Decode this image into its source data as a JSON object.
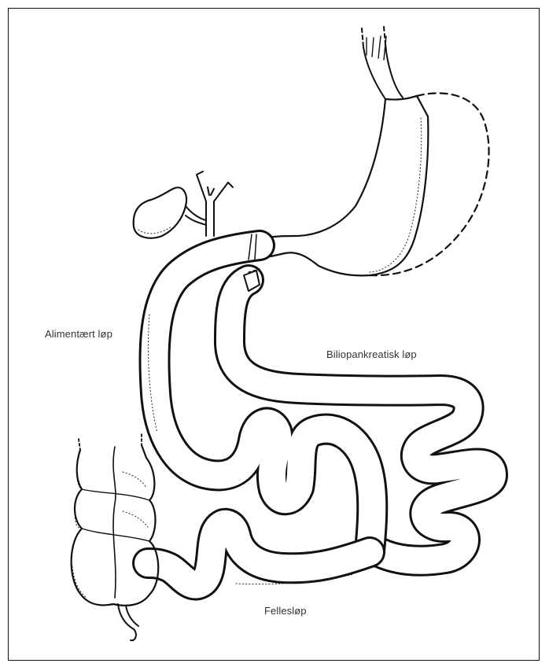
{
  "labels": {
    "alimentary_limb": "Alimentært løp",
    "biliopancreatic_limb": "Biliopankreatisk løp",
    "common_limb": "Fellesløp"
  },
  "colors": {
    "ink": "#111111",
    "paper": "#ffffff",
    "label_text": "#333333"
  }
}
